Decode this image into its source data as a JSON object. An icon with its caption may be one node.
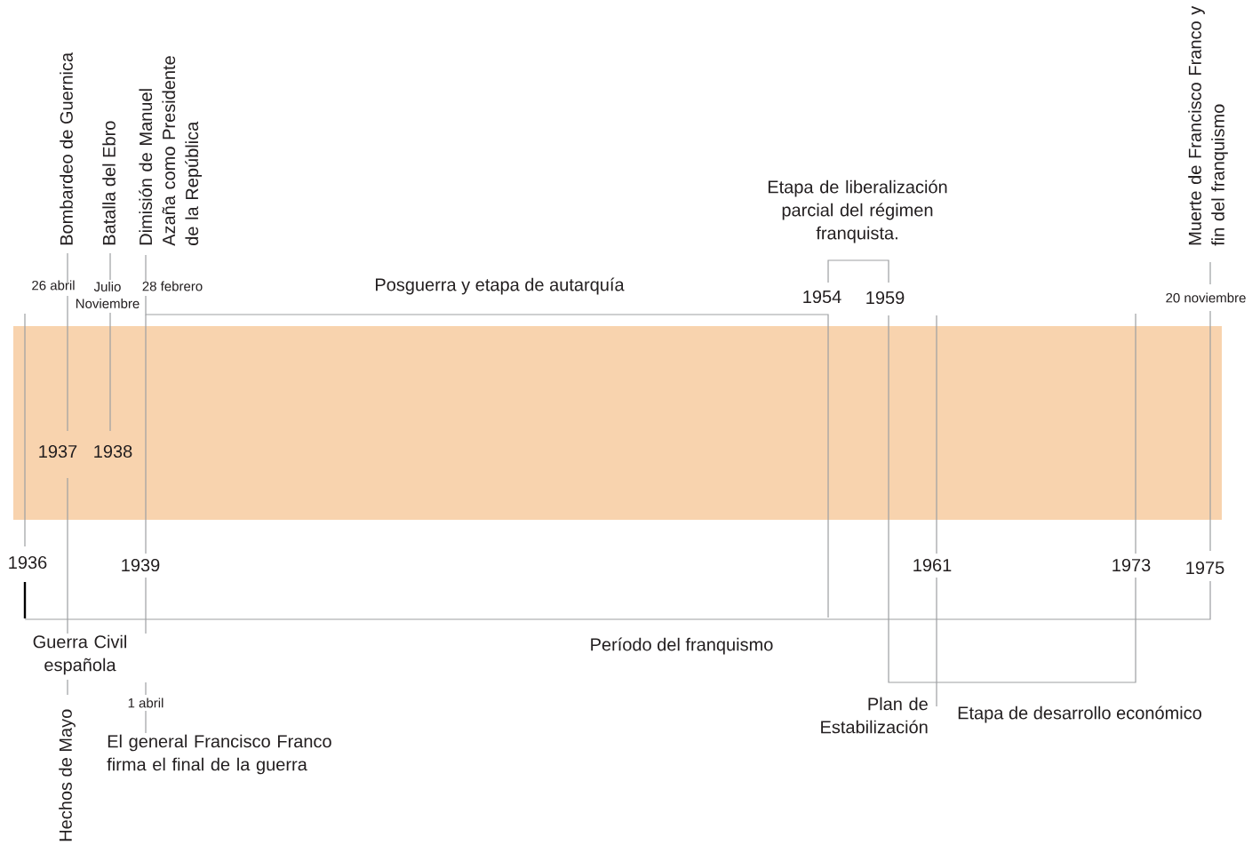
{
  "diagram": {
    "labels": [
      "Bombardeo de Guernica",
      "Batalla del Ebro",
      "Dimisión de Manuel Azaña como Presidente de la República",
      "Muerte de Francisco Franco y fin del franquismo",
      "Etapa de liberalización parcial del régimen franquista.",
      "26 abril",
      "Julio Noviembre",
      "28 febrero",
      "Posguerra y etapa de autarquía",
      "1954",
      "1959",
      "20 noviembre",
      "1937",
      "1938",
      "1936",
      "1939",
      "1961",
      "1973",
      "1975",
      "Guerra Civil española",
      "Período del franquismo",
      "1 abril",
      "Plan de Estabilización",
      "Etapa de desarrollo económico",
      "El general Francisco Franco firma el final de la guerra",
      "Hechos de Mayo"
    ]
  }
}
